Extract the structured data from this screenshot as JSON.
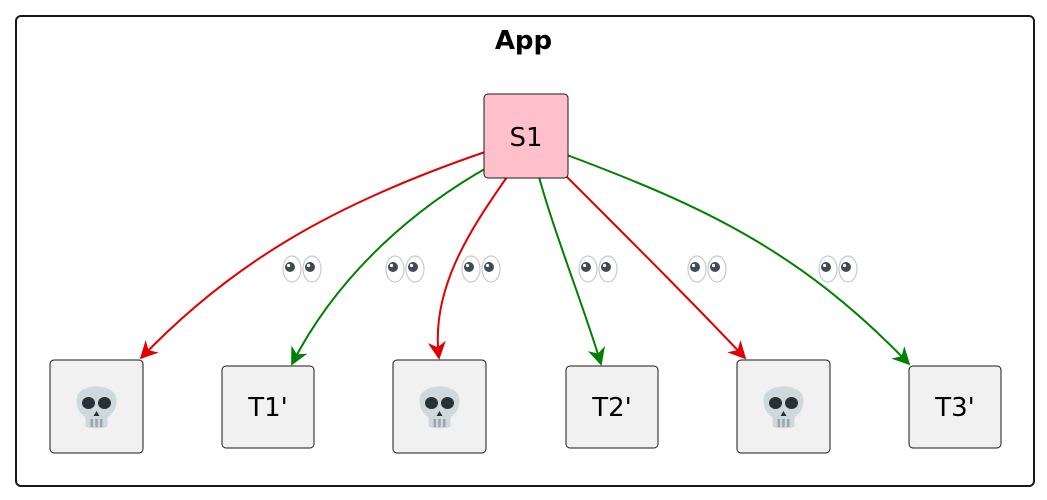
{
  "diagram": {
    "title": "App",
    "colors": {
      "frame_border": "#181818",
      "source_fill": "#ffc0cb",
      "node_fill": "#f1f1f1",
      "node_border": "#181818",
      "red_arrow": "#e00000",
      "green_arrow": "#008000"
    },
    "source_node": {
      "id": "s1",
      "label": "S1"
    },
    "target_nodes": [
      {
        "id": "t-skull-1",
        "label": "",
        "icon": "skull-icon"
      },
      {
        "id": "t1",
        "label": "T1'",
        "icon": ""
      },
      {
        "id": "t-skull-2",
        "label": "",
        "icon": "skull-icon"
      },
      {
        "id": "t2",
        "label": "T2'",
        "icon": ""
      },
      {
        "id": "t-skull-3",
        "label": "",
        "icon": "skull-icon"
      },
      {
        "id": "t3",
        "label": "T3'",
        "icon": ""
      }
    ],
    "edges": [
      {
        "from": "s1",
        "to": "t-skull-1",
        "color": "red",
        "label_icon": "eyes-icon"
      },
      {
        "from": "s1",
        "to": "t1",
        "color": "green",
        "label_icon": "eyes-icon"
      },
      {
        "from": "s1",
        "to": "t-skull-2",
        "color": "red",
        "label_icon": "eyes-icon"
      },
      {
        "from": "s1",
        "to": "t2",
        "color": "green",
        "label_icon": "eyes-icon"
      },
      {
        "from": "s1",
        "to": "t-skull-3",
        "color": "red",
        "label_icon": "eyes-icon"
      },
      {
        "from": "s1",
        "to": "t3",
        "color": "green",
        "label_icon": "eyes-icon"
      }
    ]
  }
}
